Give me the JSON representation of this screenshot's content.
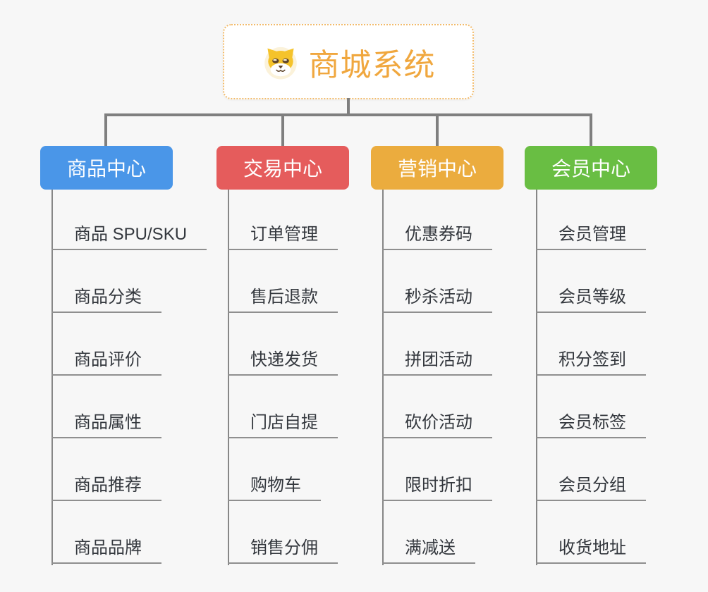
{
  "root": {
    "title": "商城系统",
    "icon": "dog-icon",
    "title_color": "#f0a73e",
    "border_color": "#f2bb6b"
  },
  "branches": [
    {
      "label": "商品中心",
      "color": "#4a96e8",
      "items": [
        "商品 SPU/SKU",
        "商品分类",
        "商品评价",
        "商品属性",
        "商品推荐",
        "商品品牌"
      ]
    },
    {
      "label": "交易中心",
      "color": "#e55c5c",
      "items": [
        "订单管理",
        "售后退款",
        "快递发货",
        "门店自提",
        "购物车",
        "销售分佣"
      ]
    },
    {
      "label": "营销中心",
      "color": "#ebac3e",
      "items": [
        "优惠券码",
        "秒杀活动",
        "拼团活动",
        "砍价活动",
        "限时折扣",
        "满减送"
      ]
    },
    {
      "label": "会员中心",
      "color": "#69be43",
      "items": [
        "会员管理",
        "会员等级",
        "积分签到",
        "会员标签",
        "会员分组",
        "收货地址"
      ]
    }
  ],
  "colors": {
    "background": "#f7f7f7",
    "connector": "#7f7f7f",
    "leaf_underline": "#8f8f8f",
    "leaf_text": "#33373d"
  }
}
